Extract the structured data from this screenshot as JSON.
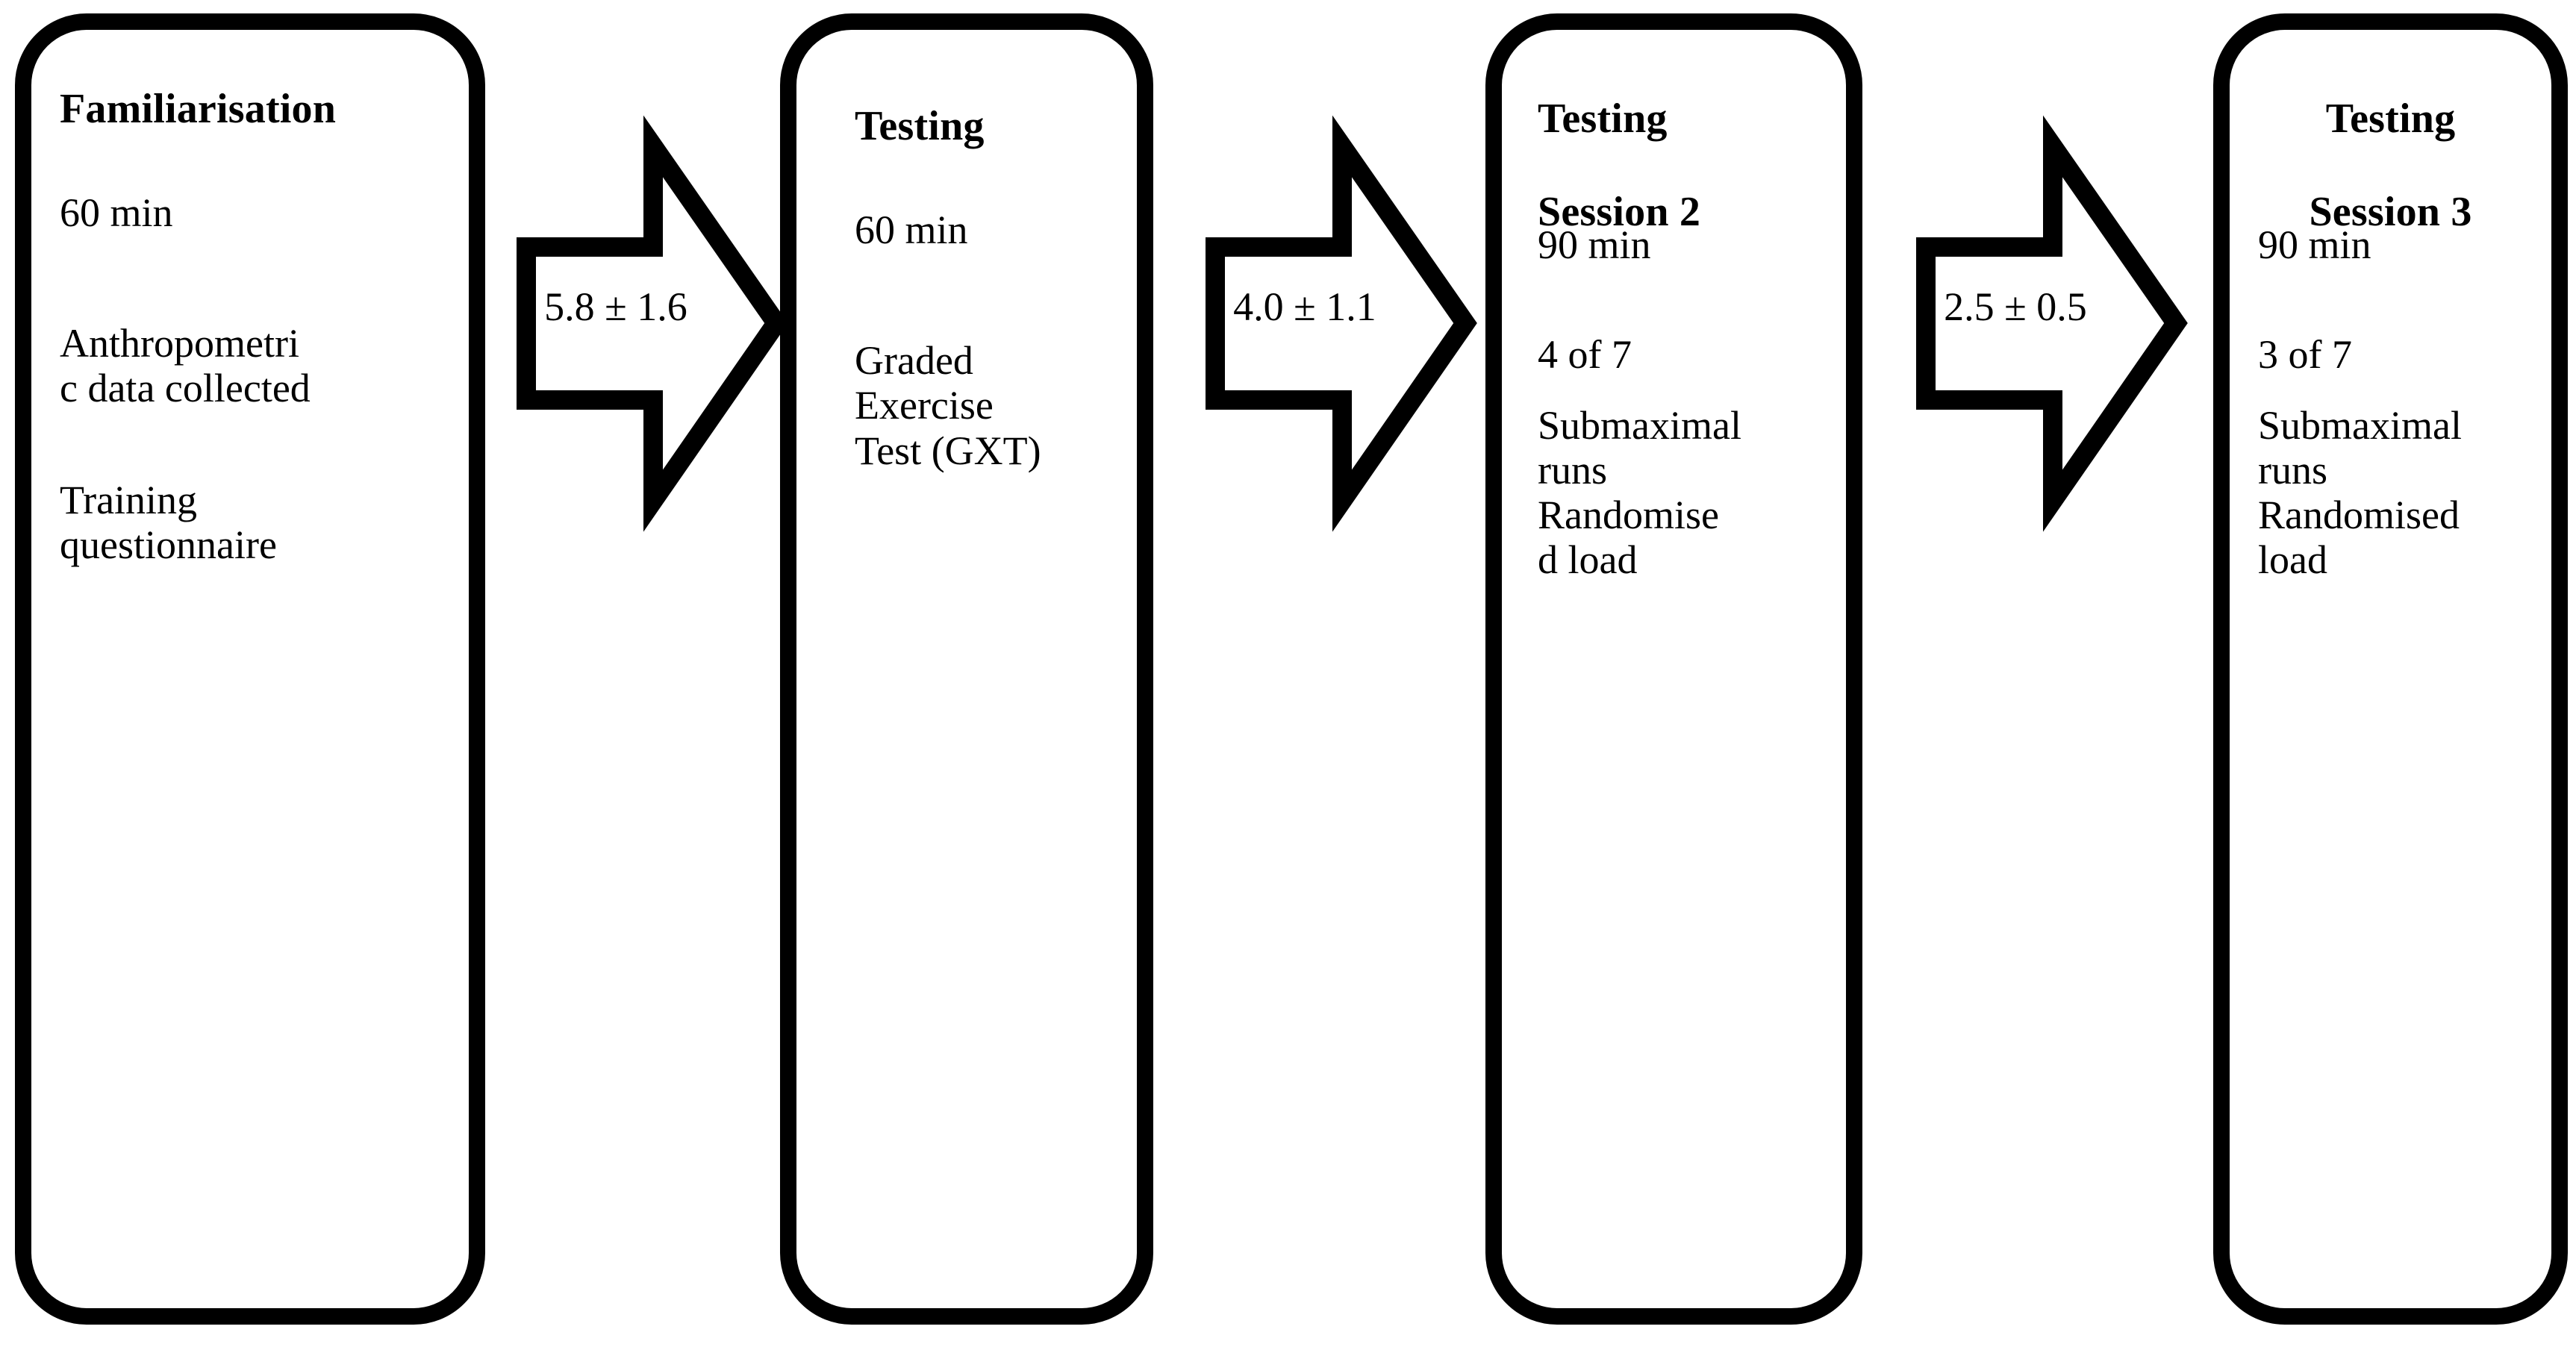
{
  "diagram": {
    "title": "Study protocol flowchart",
    "colors": {
      "stroke": "#000000",
      "fill": "#ffffff",
      "text": "#000000"
    },
    "boxes": [
      {
        "id": "familiarisation",
        "title": "Familiarisation",
        "title_align": "left",
        "lines": [
          "60 min",
          "Anthropometri\nc data collected",
          "Training\nquestionnaire"
        ]
      },
      {
        "id": "testing-session-1",
        "title": "Testing",
        "title_align": "left",
        "lines": [
          "60 min",
          "Graded\nExercise\nTest (GXT)"
        ]
      },
      {
        "id": "testing-session-2",
        "title": "Testing\n\nSession 2",
        "title_align": "left",
        "lines": [
          "90 min",
          "4 of 7",
          "Submaximal\nruns",
          "Randomise\nd load"
        ]
      },
      {
        "id": "testing-session-3",
        "title": "Testing\n\nSession 3",
        "title_align": "center",
        "lines": [
          "90 min",
          "3 of 7",
          "Submaximal\nruns",
          "Randomised\nload"
        ]
      }
    ],
    "arrows": [
      {
        "id": "arrow-1",
        "label": "5.8 ± 1.6",
        "from": "familiarisation",
        "to": "testing-session-1"
      },
      {
        "id": "arrow-2",
        "label": "4.0 ± 1.1",
        "from": "testing-session-1",
        "to": "testing-session-2"
      },
      {
        "id": "arrow-3",
        "label": "2.5 ± 0.5",
        "from": "testing-session-2",
        "to": "testing-session-3"
      }
    ]
  }
}
